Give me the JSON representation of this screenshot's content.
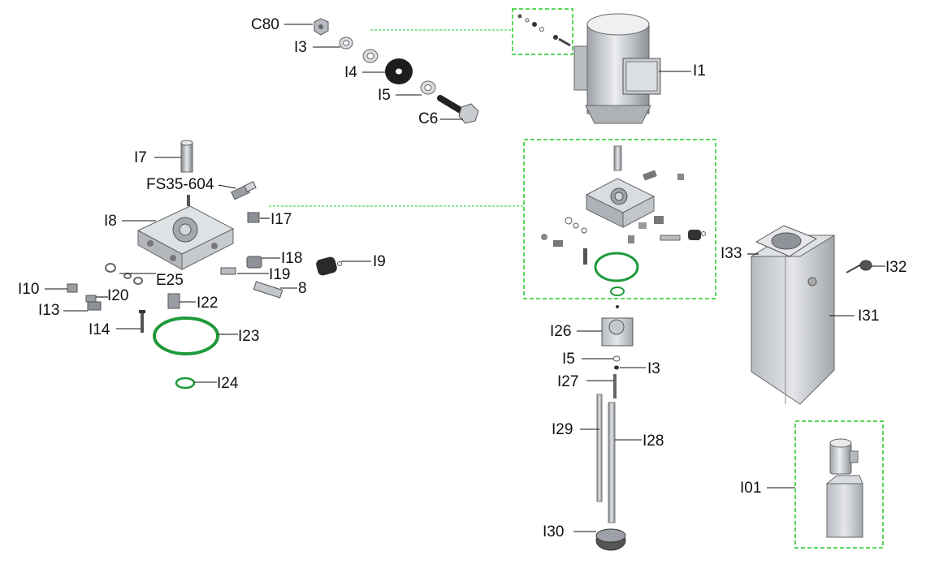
{
  "labels": {
    "C80": "C80",
    "I3": "I3",
    "I4": "I4",
    "I5": "I5",
    "C6": "C6",
    "I1": "I1",
    "I7": "I7",
    "FS35_604": "FS35-604",
    "I8": "I8",
    "I17": "I17",
    "I18": "I18",
    "I9": "I9",
    "I19": "I19",
    "E25": "E25",
    "L8": "8",
    "I10": "I10",
    "I20": "I20",
    "I13": "I13",
    "I22": "I22",
    "I14": "I14",
    "I23": "I23",
    "I24": "I24",
    "I33": "I33",
    "I32": "I32",
    "I31": "I31",
    "I26": "I26",
    "I5b": "I5",
    "I3b": "I3",
    "I27": "I27",
    "I29": "I29",
    "I28": "I28",
    "I01": "I01",
    "I30": "I30"
  },
  "colors": {
    "metal": "#c8cbd0",
    "metal_dark": "#8c9096",
    "green_ring": "#1f9a3a",
    "dash_green": "#22cc22",
    "leader": "#111111",
    "rubber": "#222222"
  }
}
